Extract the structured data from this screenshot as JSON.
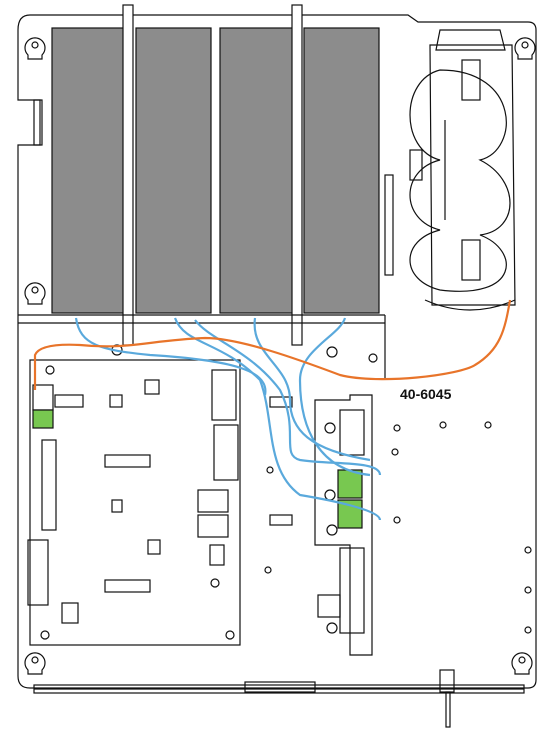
{
  "part_label": "40-6045",
  "colors": {
    "transformer_fill": "#8c8c8c",
    "wire_blue": "#5aa9dc",
    "wire_orange": "#e8742a",
    "connector_green": "#78c850",
    "line": "#111111"
  },
  "components": [
    "enclosure-panel",
    "transformer-bank",
    "battery-holder",
    "control-board",
    "terminal-board",
    "mounting-rail"
  ]
}
